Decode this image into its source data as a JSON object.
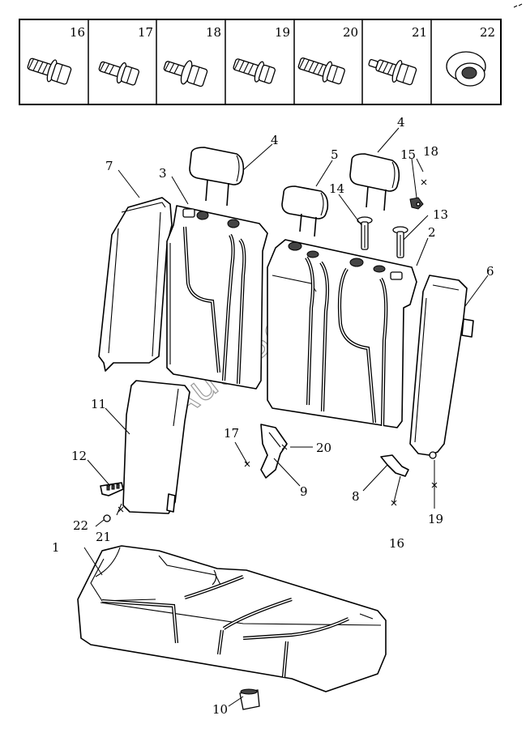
{
  "fastener_table": [
    {
      "number": "16",
      "icon": "flange-bolt-icon"
    },
    {
      "number": "17",
      "icon": "hex-bolt-icon"
    },
    {
      "number": "18",
      "icon": "washer-bolt-icon"
    },
    {
      "number": "19",
      "icon": "collar-bolt-icon"
    },
    {
      "number": "20",
      "icon": "long-bolt-icon"
    },
    {
      "number": "21",
      "icon": "stepped-bolt-icon"
    },
    {
      "number": "22",
      "icon": "bushing-icon"
    }
  ],
  "callouts": {
    "c1": "1",
    "c2": "2",
    "c3": "3",
    "c4a": "4",
    "c4b": "4",
    "c5": "5",
    "c6": "6",
    "c7": "7",
    "c8": "8",
    "c9": "9",
    "c10": "10",
    "c11": "11",
    "c12": "12",
    "c13": "13",
    "c14": "14",
    "c15": "15",
    "c16": "16",
    "c17": "17",
    "c18": "18",
    "c19": "19",
    "c20": "20",
    "c21": "21",
    "c22": "22"
  },
  "watermark": "AutoSoft"
}
